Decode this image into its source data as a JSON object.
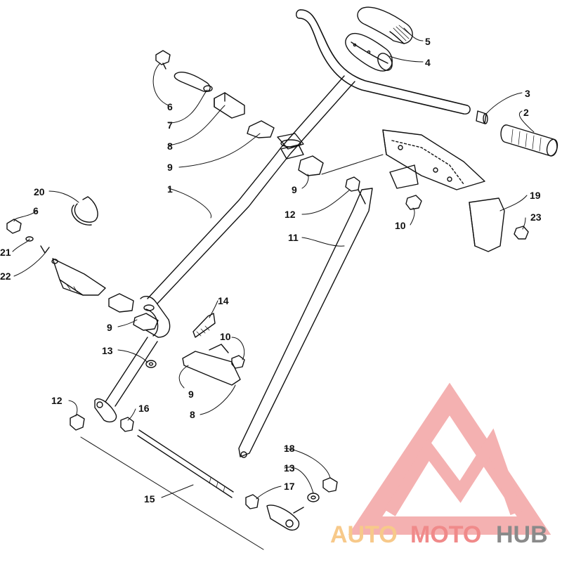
{
  "callouts": [
    {
      "id": "n1",
      "text": "1"
    },
    {
      "id": "n2",
      "text": "2"
    },
    {
      "id": "n3",
      "text": "3"
    },
    {
      "id": "n4",
      "text": "4"
    },
    {
      "id": "n5",
      "text": "5"
    },
    {
      "id": "n6a",
      "text": "6"
    },
    {
      "id": "n6b",
      "text": "6"
    },
    {
      "id": "n7",
      "text": "7"
    },
    {
      "id": "n8a",
      "text": "8"
    },
    {
      "id": "n8b",
      "text": "8"
    },
    {
      "id": "n9a",
      "text": "9"
    },
    {
      "id": "n9b",
      "text": "9"
    },
    {
      "id": "n9c",
      "text": "9"
    },
    {
      "id": "n9d",
      "text": "9"
    },
    {
      "id": "n10a",
      "text": "10"
    },
    {
      "id": "n10b",
      "text": "10"
    },
    {
      "id": "n11",
      "text": "11"
    },
    {
      "id": "n12a",
      "text": "12"
    },
    {
      "id": "n12b",
      "text": "12"
    },
    {
      "id": "n13a",
      "text": "13"
    },
    {
      "id": "n13b",
      "text": "13"
    },
    {
      "id": "n14",
      "text": "14"
    },
    {
      "id": "n15",
      "text": "15"
    },
    {
      "id": "n16",
      "text": "16"
    },
    {
      "id": "n17",
      "text": "17"
    },
    {
      "id": "n18",
      "text": "18"
    },
    {
      "id": "n19",
      "text": "19"
    },
    {
      "id": "n20",
      "text": "20"
    },
    {
      "id": "n21",
      "text": "21"
    },
    {
      "id": "n22",
      "text": "22"
    },
    {
      "id": "n23",
      "text": "23"
    }
  ],
  "watermark": {
    "part1": "AUTO",
    "part2": "MOTO",
    "part3": "HUB",
    "color_light": "#f7c98a",
    "color_red": "#f08a8a",
    "color_dark": "#8a8a8a"
  }
}
